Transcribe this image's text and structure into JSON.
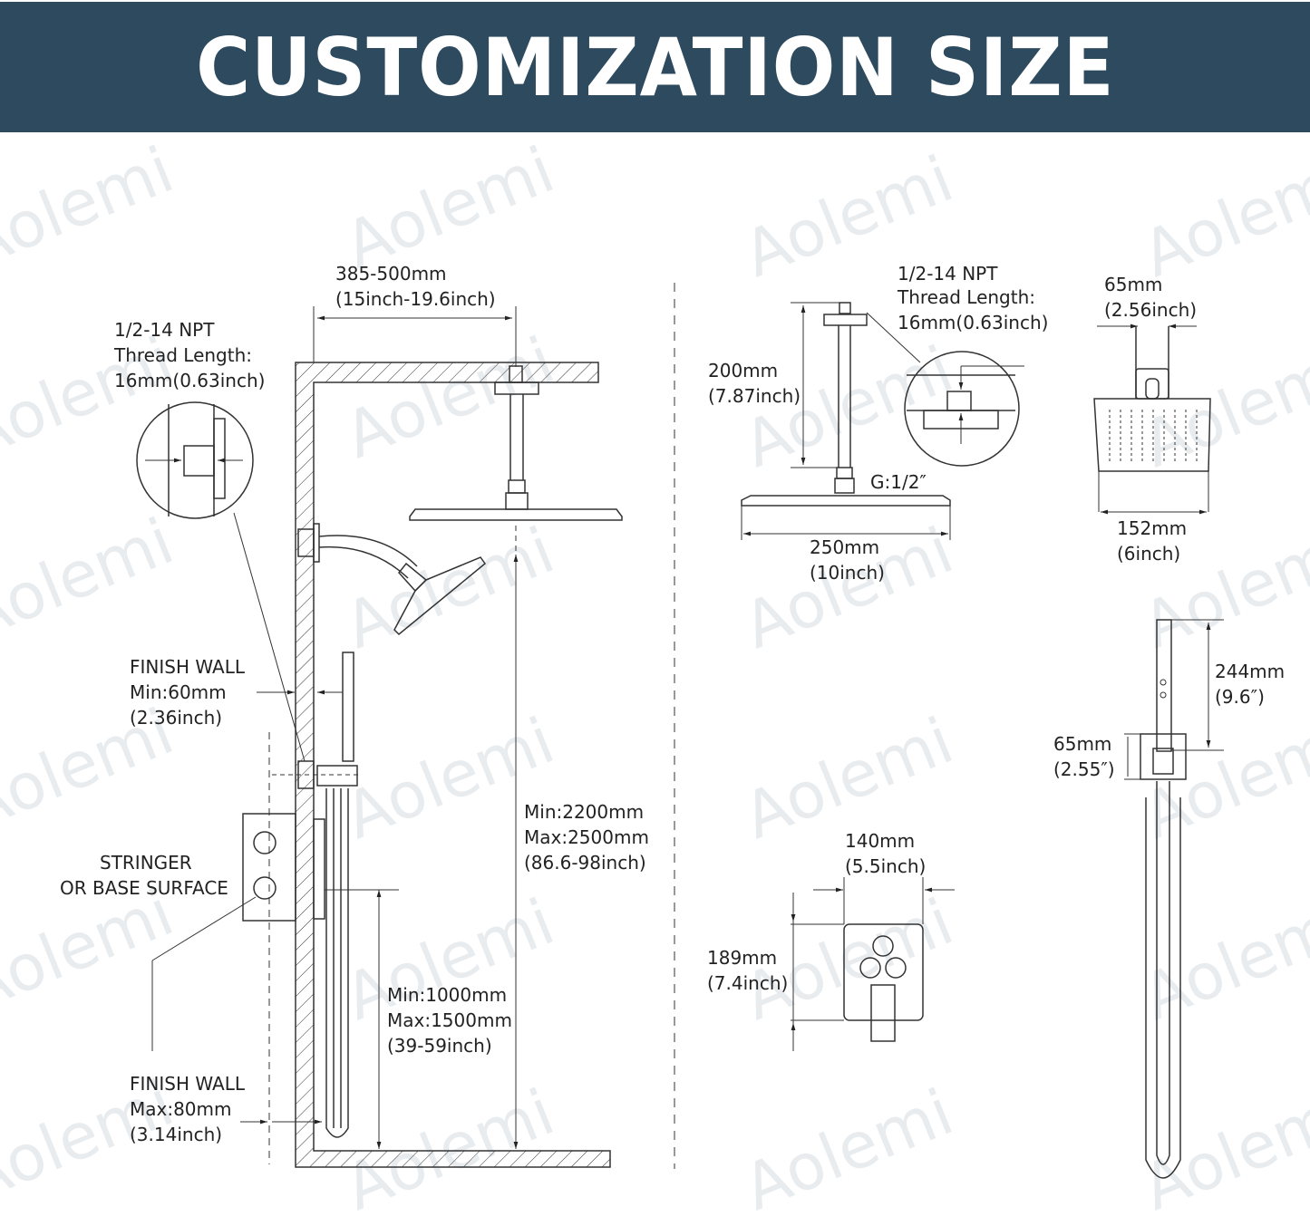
{
  "banner": {
    "title": "CUSTOMIZATION SIZE",
    "background": "#2d4a5e",
    "text_color": "#ffffff"
  },
  "watermark": {
    "text": "Aolemi"
  },
  "left_panel": {
    "arm_length": {
      "line1": "385-500mm",
      "line2": "(15inch-19.6inch)"
    },
    "thread_note": {
      "line1": "1/2-14 NPT",
      "line2": "Thread Length:",
      "line3": "16mm(0.63inch)"
    },
    "finish_wall_min": {
      "line1": "FINISH WALL",
      "line2": "Min:60mm",
      "line3": "(2.36inch)"
    },
    "stringer": {
      "line1": "STRINGER",
      "line2": "OR BASE SURFACE"
    },
    "overall_height": {
      "line1": "Min:2200mm",
      "line2": "Max:2500mm",
      "line3": "(86.6-98inch)"
    },
    "valve_height": {
      "line1": "Min:1000mm",
      "line2": "Max:1500mm",
      "line3": "(39-59inch)"
    },
    "finish_wall_max": {
      "line1": "FINISH WALL",
      "line2": "Max:80mm",
      "line3": "(3.14inch)"
    }
  },
  "rain_head": {
    "thread_note": {
      "line1": "1/2-14 NPT",
      "line2": "Thread Length:",
      "line3": "16mm(0.63inch)"
    },
    "arm_height": {
      "line1": "200mm",
      "line2": "(7.87inch)"
    },
    "connector": "G:1/2″",
    "width": {
      "line1": "250mm",
      "line2": "(10inch)"
    }
  },
  "side_head": {
    "neck": {
      "line1": "65mm",
      "line2": "(2.56inch)"
    },
    "width": {
      "line1": "152mm",
      "line2": "(6inch)"
    }
  },
  "valve_trim": {
    "width": {
      "line1": "140mm",
      "line2": "(5.5inch)"
    },
    "height": {
      "line1": "189mm",
      "line2": "(7.4inch)"
    }
  },
  "hand_shower": {
    "length": {
      "line1": "244mm",
      "line2": "(9.6″)"
    },
    "holder": {
      "line1": "65mm",
      "line2": "(2.55″)"
    }
  }
}
